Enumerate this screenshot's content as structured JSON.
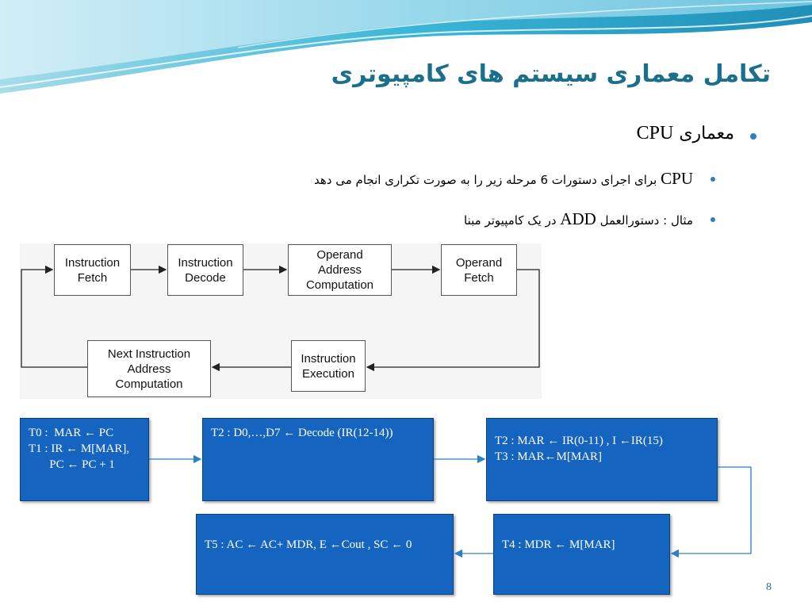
{
  "title": "تکامل معماری سیستم های کامپیوتری",
  "bullets": [
    {
      "text_rtl": "معماری",
      "latin": "CPU"
    },
    {
      "latin": "CPU",
      "text_rtl": "برای اجرای دستورات 6 مرحله زیر را به صورت تکراری انجام می دهد"
    },
    {
      "text_rtl_a": "مثال : دستورالعمل",
      "latin": "ADD",
      "text_rtl_b": "در یک کامپیوتر مبنا"
    }
  ],
  "flow": {
    "fetch": "Instruction\nFetch",
    "decode": "Instruction\nDecode",
    "operand_addr": "Operand\nAddress\nComputation",
    "operand_fetch": "Operand\nFetch",
    "execution": "Instruction\nExecution",
    "next_addr": "Next Instruction\nAddress\nComputation"
  },
  "steps": {
    "s1": "T0 :  MAR ← PC\nT1 : IR ← M[MAR],\n       PC ← PC + 1",
    "s2": "T2 : D0,…,D7 ← Decode (IR(12-14))",
    "s3": "T2 : MAR ← IR(0-11) , I ←IR(15)\nT3 : MAR←M[MAR]",
    "s4": "T4 : MDR ← M[MAR]",
    "s5": "T5 : AC ← AC+ MDR, E ←Cout , SC ← 0"
  },
  "page_number": "8",
  "colors": {
    "title": "#1a6f8c",
    "bullet": "#2d7fc0",
    "step_box": "#1565c0",
    "connector": "#2a7fc9"
  }
}
